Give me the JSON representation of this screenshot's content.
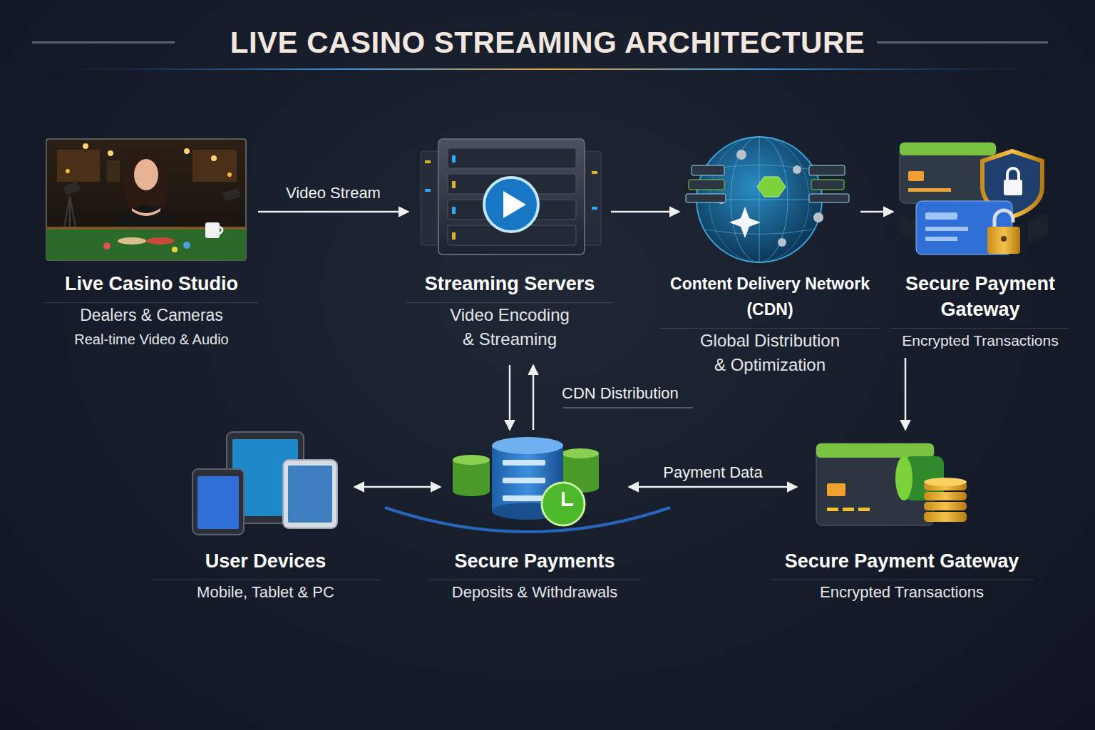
{
  "diagram": {
    "title": "LIVE CASINO STREAMING ARCHITECTURE",
    "nodes": [
      {
        "text": [
          "Live Casino Studio",
          "Dealers & Cameras",
          "Real-time Video & Audio"
        ]
      },
      {
        "text": [
          "Streaming Servers",
          "Video Encoding & Streaming"
        ]
      },
      {
        "text": [
          "Content Delivery Network (CDN)",
          "Global Distribution & Optimization"
        ]
      },
      {
        "text": [
          "Secure Payment Gateway",
          "Encrypted Transactions"
        ]
      },
      {
        "text": [
          "User Devices",
          "Mobile, Tablet & PC"
        ]
      },
      {
        "text": [
          "Secure Payments",
          "Deposits & Withdrawals"
        ]
      },
      {
        "text": [
          "Secure Payment Gateway",
          "Encrypted Transactions"
        ]
      }
    ],
    "edges": [
      {
        "from": 0,
        "to": 1,
        "arrow": "to",
        "label": "Video Stream"
      },
      {
        "from": 1,
        "to": 2,
        "arrow": "to"
      },
      {
        "from": 2,
        "to": 3,
        "arrow": "to"
      },
      {
        "from": 1,
        "to": 5,
        "arrow": "to"
      },
      {
        "from": 5,
        "to": 1,
        "arrow": "to",
        "label": "CDN Distribution"
      },
      {
        "from": 4,
        "to": 5,
        "arrow": "both"
      },
      {
        "from": 5,
        "to": 6,
        "arrow": "both",
        "label": "Payment Data"
      },
      {
        "from": 3,
        "to": 6,
        "arrow": "to"
      }
    ]
  }
}
